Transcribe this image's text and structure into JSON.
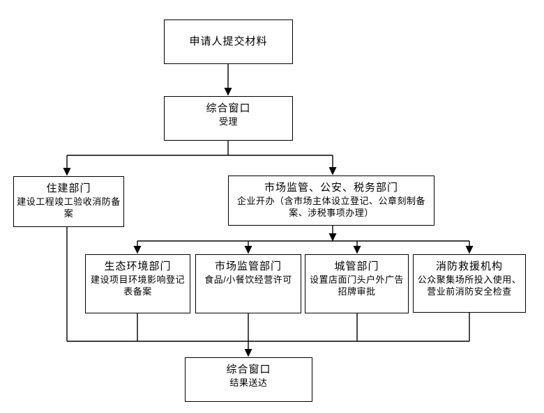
{
  "flowchart": {
    "colors": {
      "background": "#ffffff",
      "line": "#000000",
      "box_border": "#000000",
      "text": "#000000"
    },
    "nodes": {
      "applicant": {
        "title": "申请人提交材料"
      },
      "window_accept": {
        "title": "综合窗口",
        "subtitle": "受理"
      },
      "housing": {
        "title": "住建部门",
        "subtitle": "建设工程竣工验收消防备案"
      },
      "market_police_tax": {
        "title": "市场监管、公安、税务部门",
        "subtitle": "企业开办（含市场主体设立登记、公章刻制备案、涉税事项办理）"
      },
      "ecology": {
        "title": "生态环境部门",
        "subtitle": "建设项目环境影响登记表备案"
      },
      "market": {
        "title": "市场监管部门",
        "subtitle": "食品/小餐饮经营许可"
      },
      "urban": {
        "title": "城管部门",
        "subtitle": "设置店面门头户外广告招牌审批"
      },
      "fire": {
        "title": "消防救援机构",
        "subtitle": "公众聚集场所投入使用、营业前消防安全检查"
      },
      "window_result": {
        "title": "综合窗口",
        "subtitle": "结果送达"
      }
    },
    "edges": [
      "applicant -> window_accept",
      "window_accept -> housing",
      "window_accept -> market_police_tax",
      "market_police_tax -> ecology",
      "market_police_tax -> market",
      "market_police_tax -> urban",
      "market_police_tax -> fire",
      "housing -> window_result",
      "ecology -> window_result",
      "market -> window_result",
      "urban -> window_result",
      "fire -> window_result"
    ]
  }
}
